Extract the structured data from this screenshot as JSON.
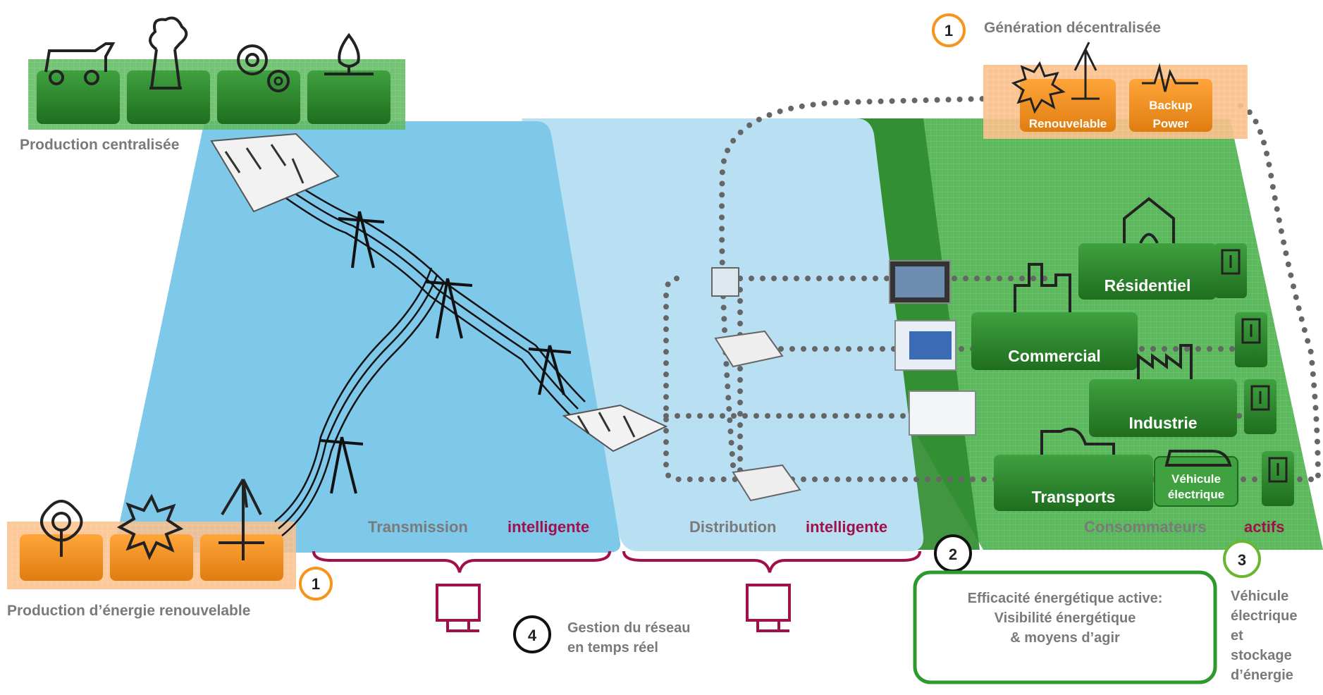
{
  "labels": {
    "production_centralisee": "Production centralisée",
    "production_renouvelable": "Production d’énergie renouvelable",
    "generation_decentralisee": "Génération décentralisée",
    "transmission": "Transmission",
    "distribution": "Distribution",
    "intelligente_1": "intelligente",
    "intelligente_2": "intelligente",
    "consommateurs": "Consommateurs",
    "actifs": "actifs",
    "renouvelable": "Renouvelable",
    "backup_line1": "Backup",
    "backup_line2": "Power",
    "residentiel": "Résidentiel",
    "commercial": "Commercial",
    "industrie": "Industrie",
    "transports": "Transports",
    "vehicule_line1": "Véhicule",
    "vehicule_line2": "électrique"
  },
  "callouts": {
    "n1": "1",
    "n2": "2",
    "n3": "3",
    "n4": "4",
    "gestion_line1": "Gestion du réseau",
    "gestion_line2": "en temps réel",
    "efficacite_line1": "Efficacité énergétique active:",
    "efficacite_line2": "Visibilité énergétique",
    "efficacite_line3": "& moyens d’agir",
    "vehicule_lines": [
      "Véhicule",
      "électrique",
      "et",
      "stockage",
      "d’énergie"
    ]
  },
  "colors": {
    "green_dark": "#2e8b2e",
    "green_light": "#4caf50",
    "green_zone": "#5cb85c",
    "orange": "#f7941d",
    "orange_light": "#fbc08a",
    "blue_transmission": "#7ec8ea",
    "blue_distribution": "#b8e0f2",
    "crimson": "#a0104a",
    "gray_text": "#7a7a7a",
    "dot": "#666666"
  }
}
